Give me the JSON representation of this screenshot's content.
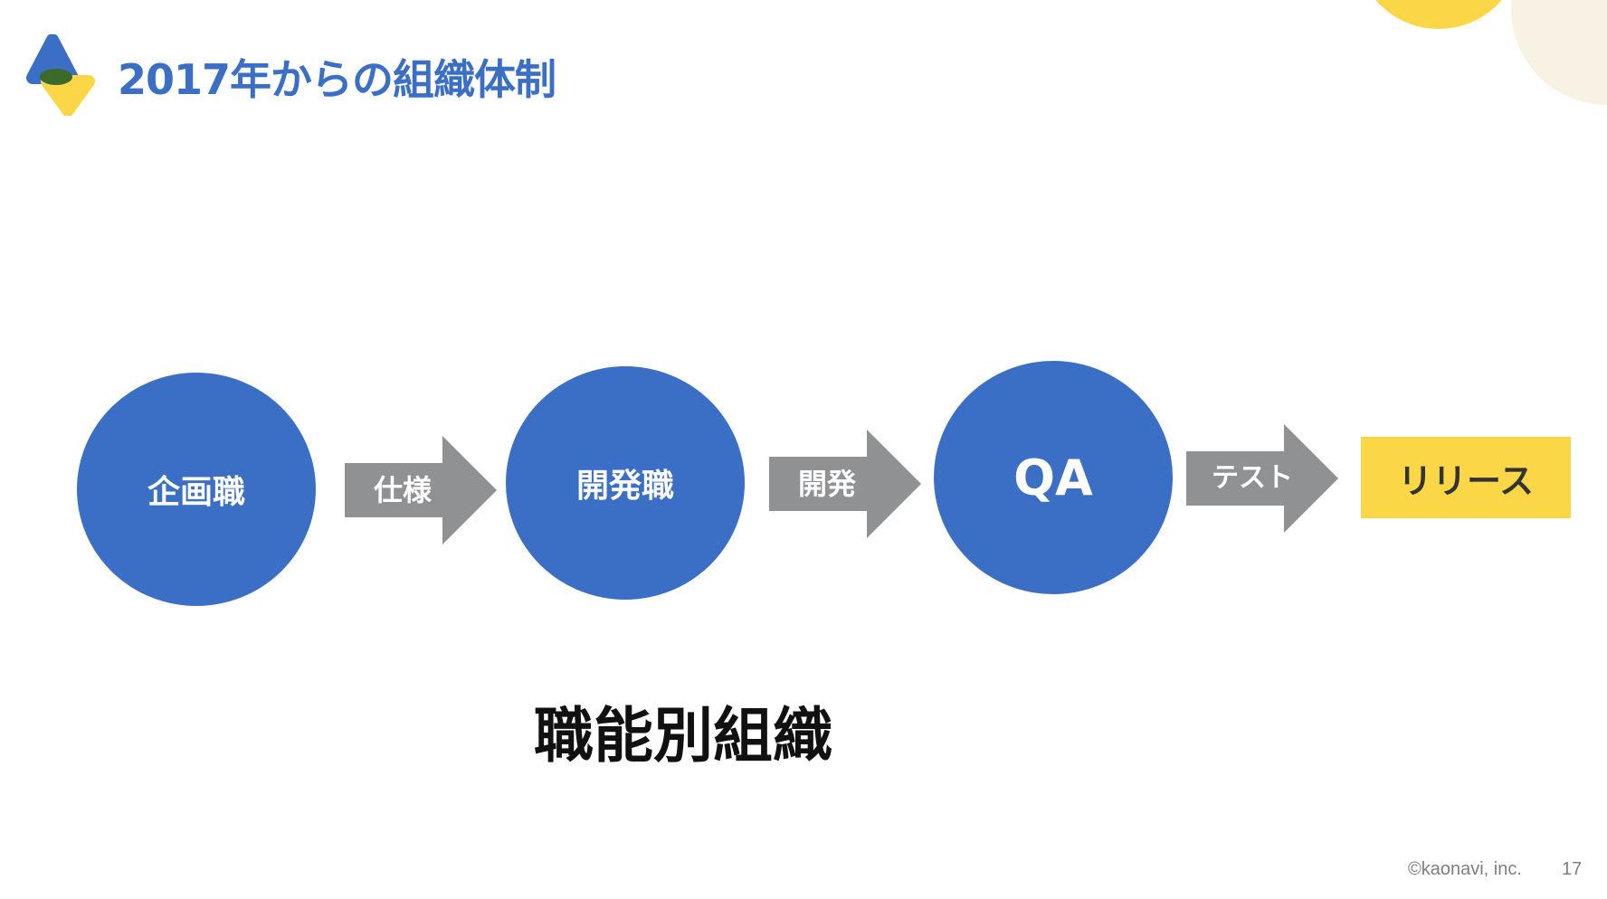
{
  "slide": {
    "title": "2017年からの組織体制",
    "caption": "職能別組織",
    "copyright": "©kaonavi, inc.",
    "page_number": "17"
  },
  "flow": {
    "nodes": [
      "企画職",
      "開発職",
      "QA"
    ],
    "arrows": [
      "仕様",
      "開発",
      "テスト"
    ],
    "final_label": "リリース"
  },
  "colors": {
    "circle": "#3b6fc6",
    "arrow": "#8f9193",
    "release": "#fbd748",
    "title": "#3b6fc6"
  }
}
